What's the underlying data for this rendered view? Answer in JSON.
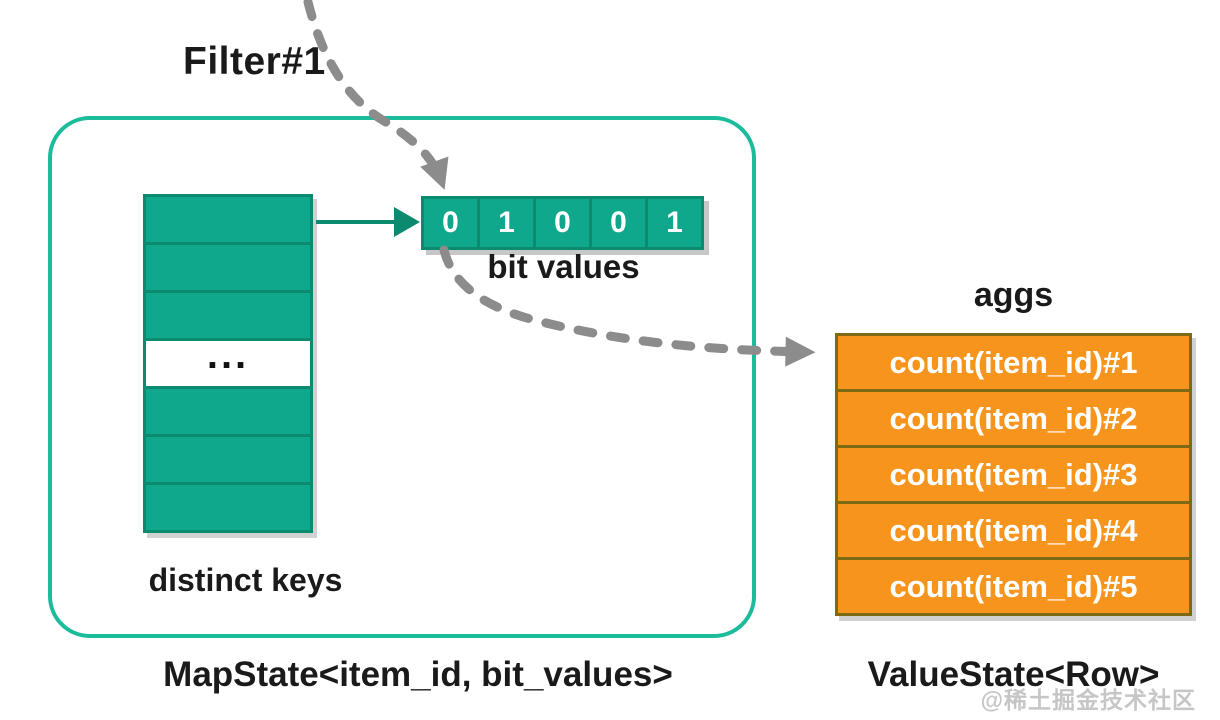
{
  "filter_label": "Filter#1",
  "map_state": {
    "distinct_keys": {
      "label": "distinct keys",
      "ellipsis": "...",
      "row_count": 7,
      "ellipsis_row_index": 3
    },
    "bit_array": {
      "bits": [
        "0",
        "1",
        "0",
        "0",
        "1"
      ],
      "label": "bit values"
    },
    "caption": "MapState<item_id, bit_values>"
  },
  "value_state": {
    "label": "aggs",
    "rows": [
      "count(item_id)#1",
      "count(item_id)#2",
      "count(item_id)#3",
      "count(item_id)#4",
      "count(item_id)#5"
    ],
    "caption": "ValueState<Row>"
  },
  "watermark": "@稀土掘金技术社区",
  "colors": {
    "teal_fill": "#10a88c",
    "teal_border": "#0b8a70",
    "container_border": "#1bbc9b",
    "orange_fill": "#f7941e",
    "orange_border": "#7e6a14",
    "arrow_gray": "#8c8c8c",
    "text_black": "#1a1a1a",
    "watermark_gray": "#c6c6c6"
  }
}
